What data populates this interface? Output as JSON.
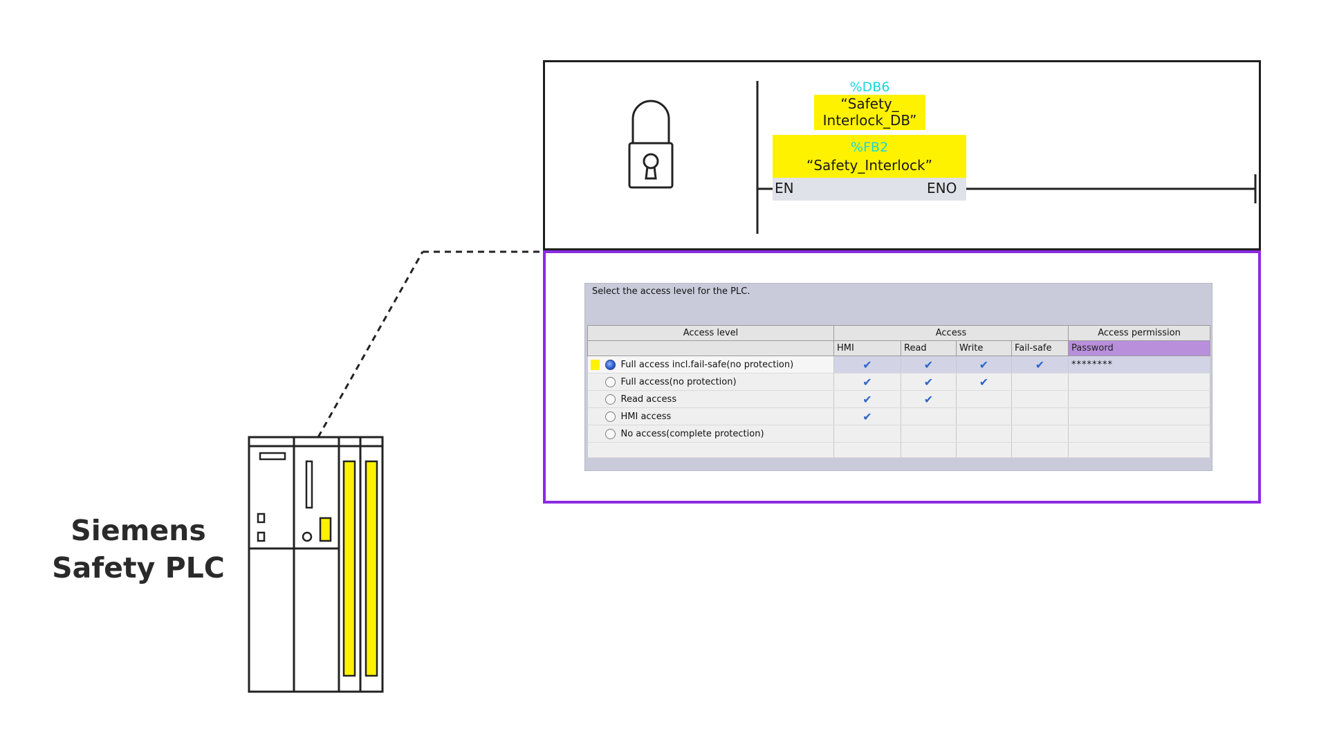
{
  "plc": {
    "label_line1": "Siemens",
    "label_line2": "Safety PLC",
    "accent_color": "#fff200"
  },
  "ladder": {
    "db_address": "%DB6",
    "db_name_line1": "“Safety_",
    "db_name_line2": "Interlock_DB”",
    "fb_address": "%FB2",
    "fb_name": "“Safety_Interlock”",
    "en_label": "EN",
    "eno_label": "ENO",
    "icon": "padlock-icon"
  },
  "access": {
    "prompt": "Select the access level for the PLC.",
    "header": {
      "access_level": "Access level",
      "access": "Access",
      "access_permission": "Access permission"
    },
    "subheader": {
      "hmi": "HMI",
      "read": "Read",
      "write": "Write",
      "fail_safe": "Fail-safe",
      "password": "Password"
    },
    "rows": [
      {
        "label": "Full access incl.fail-safe(no protection)",
        "selected": true,
        "hmi": true,
        "read": true,
        "write": true,
        "fail_safe": true,
        "password": "********"
      },
      {
        "label": "Full access(no protection)",
        "selected": false,
        "hmi": true,
        "read": true,
        "write": true,
        "fail_safe": false,
        "password": ""
      },
      {
        "label": "Read access",
        "selected": false,
        "hmi": true,
        "read": true,
        "write": false,
        "fail_safe": false,
        "password": ""
      },
      {
        "label": "HMI access",
        "selected": false,
        "hmi": true,
        "read": false,
        "write": false,
        "fail_safe": false,
        "password": ""
      },
      {
        "label": "No access(complete protection)",
        "selected": false,
        "hmi": false,
        "read": false,
        "write": false,
        "fail_safe": false,
        "password": ""
      }
    ],
    "colors": {
      "border": "#8a2be2",
      "password_header": "#b98fdc",
      "check": "#2d63c8"
    }
  }
}
